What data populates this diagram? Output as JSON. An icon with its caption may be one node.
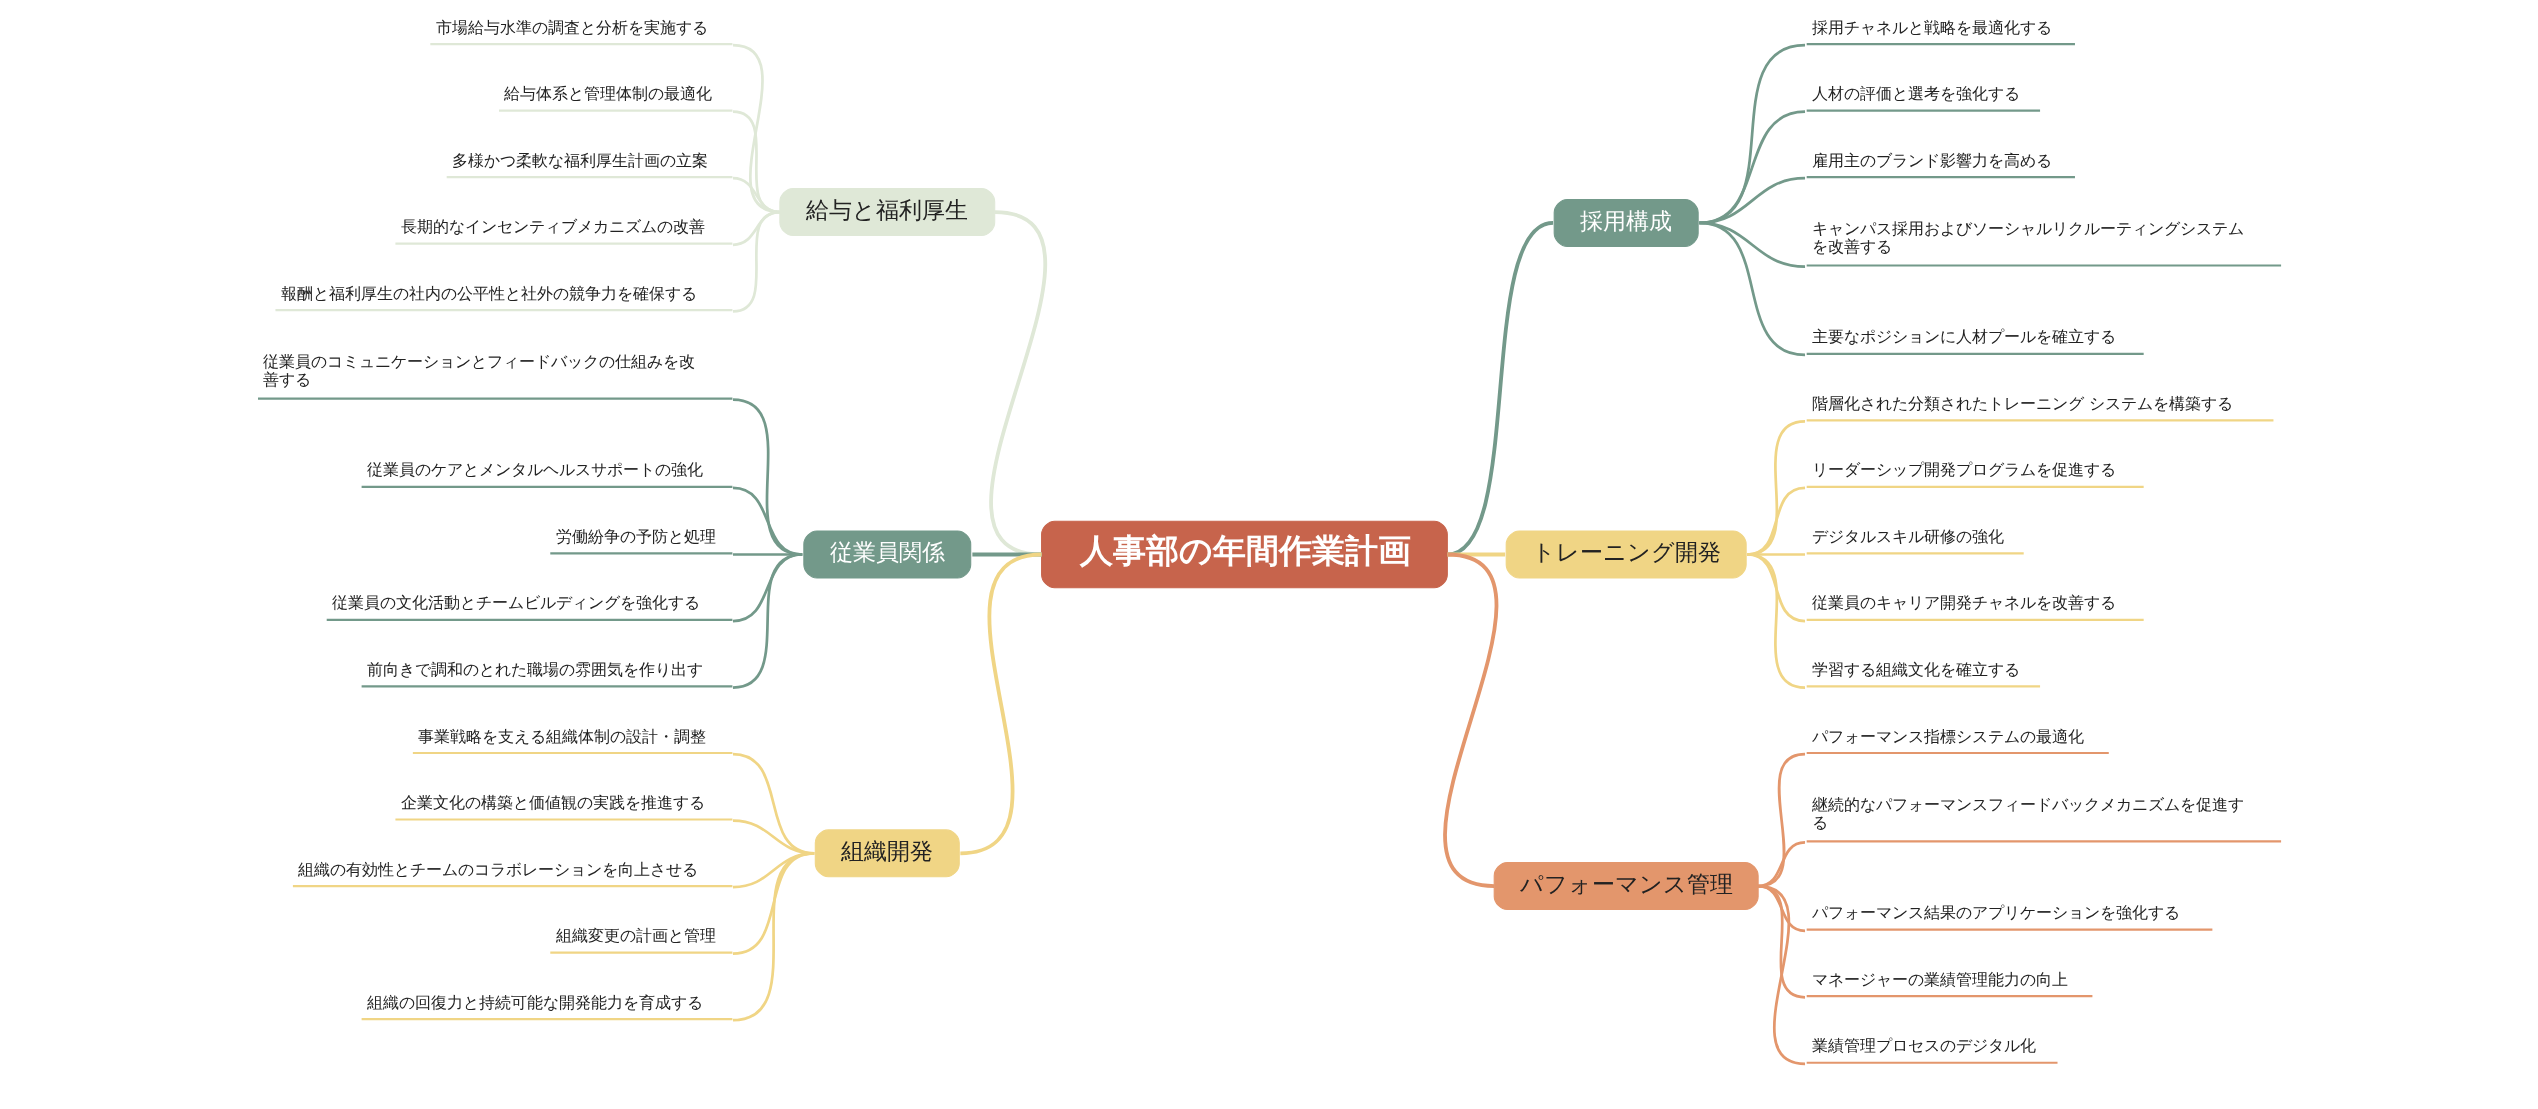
{
  "diagram": {
    "nodes": [
      {
        "text": [
          "人事部の年間作業計画"
        ]
      },
      {
        "text": [
          "採用構成"
        ]
      },
      {
        "text": [
          "採用チャネルと戦略を最適化する"
        ]
      },
      {
        "text": [
          "人材の評価と選考を強化する"
        ]
      },
      {
        "text": [
          "雇用主のブランド影響力を高める"
        ]
      },
      {
        "text": [
          "キャンパス採用およびソーシャルリクルーティングシステムを改善する"
        ]
      },
      {
        "text": [
          "主要なポジションに人材プールを確立する"
        ]
      },
      {
        "text": [
          "トレーニング開発"
        ]
      },
      {
        "text": [
          "階層化された分類されたトレーニング システムを構築する"
        ]
      },
      {
        "text": [
          "リーダーシップ開発プログラムを促進する"
        ]
      },
      {
        "text": [
          "デジタルスキル研修の強化"
        ]
      },
      {
        "text": [
          "従業員のキャリア開発チャネルを改善する"
        ]
      },
      {
        "text": [
          "学習する組織文化を確立する"
        ]
      },
      {
        "text": [
          "パフォーマンス管理"
        ]
      },
      {
        "text": [
          "パフォーマンス指標システムの最適化"
        ]
      },
      {
        "text": [
          "継続的なパフォーマンスフィードバックメカニズムを促進する"
        ]
      },
      {
        "text": [
          "パフォーマンス結果のアプリケーションを強化する"
        ]
      },
      {
        "text": [
          "マネージャーの業績管理能力の向上"
        ]
      },
      {
        "text": [
          "業績管理プロセスのデジタル化"
        ]
      },
      {
        "text": [
          "給与と福利厚生"
        ]
      },
      {
        "text": [
          "市場給与水準の調査と分析を実施する"
        ]
      },
      {
        "text": [
          "給与体系と管理体制の最適化"
        ]
      },
      {
        "text": [
          "多様かつ柔軟な福利厚生計画の立案"
        ]
      },
      {
        "text": [
          "長期的なインセンティブメカニズムの改善"
        ]
      },
      {
        "text": [
          "報酬と福利厚生の社内の公平性と社外の競争力を確保する"
        ]
      },
      {
        "text": [
          "従業員関係"
        ]
      },
      {
        "text": [
          "従業員のコミュニケーションとフィードバックの仕組みを改善する"
        ]
      },
      {
        "text": [
          "従業員のケアとメンタルヘルスサポートの強化"
        ]
      },
      {
        "text": [
          "労働紛争の予防と処理"
        ]
      },
      {
        "text": [
          "従業員の文化活動とチームビルディングを強化する"
        ]
      },
      {
        "text": [
          "前向きで調和のとれた職場の雰囲気を作り出す"
        ]
      },
      {
        "text": [
          "組織開発"
        ]
      },
      {
        "text": [
          "事業戦略を支える組織体制の設計・調整"
        ]
      },
      {
        "text": [
          "企業文化の構築と価値観の実践を推進する"
        ]
      },
      {
        "text": [
          "組織の有効性とチームのコラボレーションを向上させる"
        ]
      },
      {
        "text": [
          "組織変更の計画と管理"
        ]
      },
      {
        "text": [
          "組織の回復力と持続可能な開発能力を育成する"
        ]
      }
    ],
    "edges": [
      {
        "from": 0,
        "to": 1,
        "arrow": "none",
        "color": "#73998a"
      },
      {
        "from": 1,
        "to": 2,
        "arrow": "none",
        "color": "#73998a"
      },
      {
        "from": 1,
        "to": 3,
        "arrow": "none",
        "color": "#73998a"
      },
      {
        "from": 1,
        "to": 4,
        "arrow": "none",
        "color": "#73998a"
      },
      {
        "from": 1,
        "to": 5,
        "arrow": "none",
        "color": "#73998a"
      },
      {
        "from": 1,
        "to": 6,
        "arrow": "none",
        "color": "#73998a"
      },
      {
        "from": 0,
        "to": 7,
        "arrow": "none",
        "color": "#f0d585"
      },
      {
        "from": 7,
        "to": 8,
        "arrow": "none",
        "color": "#f0d585"
      },
      {
        "from": 7,
        "to": 9,
        "arrow": "none",
        "color": "#f0d585"
      },
      {
        "from": 7,
        "to": 10,
        "arrow": "none",
        "color": "#f0d585"
      },
      {
        "from": 7,
        "to": 11,
        "arrow": "none",
        "color": "#f0d585"
      },
      {
        "from": 7,
        "to": 12,
        "arrow": "none",
        "color": "#f0d585"
      },
      {
        "from": 0,
        "to": 13,
        "arrow": "none",
        "color": "#e3966c"
      },
      {
        "from": 13,
        "to": 14,
        "arrow": "none",
        "color": "#e3966c"
      },
      {
        "from": 13,
        "to": 15,
        "arrow": "none",
        "color": "#e3966c"
      },
      {
        "from": 13,
        "to": 16,
        "arrow": "none",
        "color": "#e3966c"
      },
      {
        "from": 13,
        "to": 17,
        "arrow": "none",
        "color": "#e3966c"
      },
      {
        "from": 13,
        "to": 18,
        "arrow": "none",
        "color": "#e3966c"
      },
      {
        "from": 0,
        "to": 19,
        "arrow": "none",
        "color": "#dfe8d7"
      },
      {
        "from": 19,
        "to": 20,
        "arrow": "none",
        "color": "#dfe8d7"
      },
      {
        "from": 19,
        "to": 21,
        "arrow": "none",
        "color": "#dfe8d7"
      },
      {
        "from": 19,
        "to": 22,
        "arrow": "none",
        "color": "#dfe8d7"
      },
      {
        "from": 19,
        "to": 23,
        "arrow": "none",
        "color": "#dfe8d7"
      },
      {
        "from": 19,
        "to": 24,
        "arrow": "none",
        "color": "#dfe8d7"
      },
      {
        "from": 0,
        "to": 25,
        "arrow": "none",
        "color": "#73998a"
      },
      {
        "from": 25,
        "to": 26,
        "arrow": "none",
        "color": "#73998a"
      },
      {
        "from": 25,
        "to": 27,
        "arrow": "none",
        "color": "#73998a"
      },
      {
        "from": 25,
        "to": 28,
        "arrow": "none",
        "color": "#73998a"
      },
      {
        "from": 25,
        "to": 29,
        "arrow": "none",
        "color": "#73998a"
      },
      {
        "from": 25,
        "to": 30,
        "arrow": "none",
        "color": "#73998a"
      },
      {
        "from": 0,
        "to": 31,
        "arrow": "none",
        "color": "#f0d585"
      },
      {
        "from": 31,
        "to": 32,
        "arrow": "none",
        "color": "#f0d585"
      },
      {
        "from": 31,
        "to": 33,
        "arrow": "none",
        "color": "#f0d585"
      },
      {
        "from": 31,
        "to": 34,
        "arrow": "none",
        "color": "#f0d585"
      },
      {
        "from": 31,
        "to": 35,
        "arrow": "none",
        "color": "#f0d585"
      },
      {
        "from": 31,
        "to": 36,
        "arrow": "none",
        "color": "#f0d585"
      }
    ]
  }
}
